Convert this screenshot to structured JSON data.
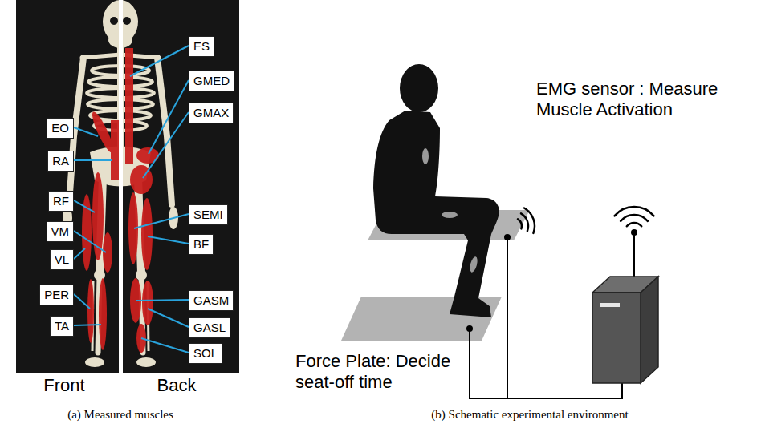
{
  "diagram": {
    "nodes": [
      {
        "text": [
          "EO"
        ]
      },
      {
        "text": [
          "RA"
        ]
      },
      {
        "text": [
          "RF"
        ]
      },
      {
        "text": [
          "VM"
        ]
      },
      {
        "text": [
          "VL"
        ]
      },
      {
        "text": [
          "PER"
        ]
      },
      {
        "text": [
          "TA"
        ]
      },
      {
        "text": [
          "ES"
        ]
      },
      {
        "text": [
          "GMED"
        ]
      },
      {
        "text": [
          "GMAX"
        ]
      },
      {
        "text": [
          "SEMI"
        ]
      },
      {
        "text": [
          "BF"
        ]
      },
      {
        "text": [
          "GASM"
        ]
      },
      {
        "text": [
          "GASL"
        ]
      },
      {
        "text": [
          "SOL"
        ]
      }
    ],
    "labels": [
      "Front",
      "Back",
      "(a) Measured muscles",
      "EMG sensor : Measure Muscle Activation",
      "Force Plate: Decide seat-off time",
      "(b) Schematic experimental environment"
    ]
  }
}
